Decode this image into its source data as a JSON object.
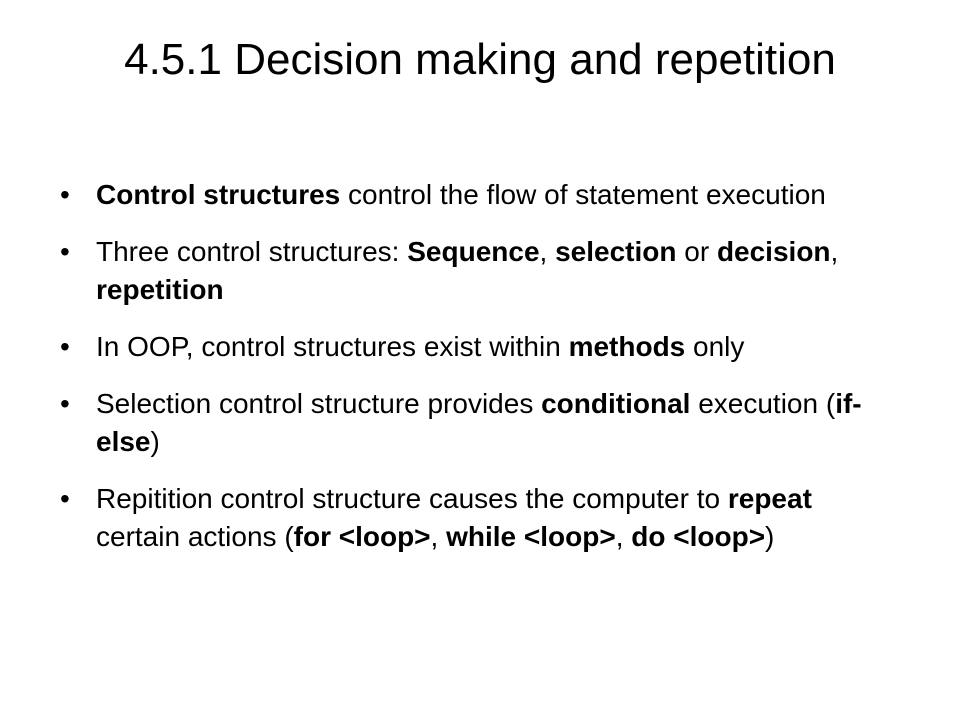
{
  "slide": {
    "title": "4.5.1 Decision making and repetition",
    "bullet_marker": "•",
    "bullets": [
      {
        "segments": [
          {
            "text": "Control structures",
            "bold": true
          },
          {
            "text": " control the flow of statement execution",
            "bold": false
          }
        ]
      },
      {
        "segments": [
          {
            "text": "Three control structures: ",
            "bold": false
          },
          {
            "text": "Sequence",
            "bold": true
          },
          {
            "text": ", ",
            "bold": false
          },
          {
            "text": "selection",
            "bold": true
          },
          {
            "text": " or ",
            "bold": false
          },
          {
            "text": "decision",
            "bold": true
          },
          {
            "text": ", ",
            "bold": false
          },
          {
            "text": "repetition",
            "bold": true
          }
        ]
      },
      {
        "segments": [
          {
            "text": "In OOP, control structures exist within ",
            "bold": false
          },
          {
            "text": "methods",
            "bold": true
          },
          {
            "text": " only",
            "bold": false
          }
        ]
      },
      {
        "segments": [
          {
            "text": "Selection control structure provides ",
            "bold": false
          },
          {
            "text": "conditional",
            "bold": true
          },
          {
            "text": " execution (",
            "bold": false
          },
          {
            "text": "if-else",
            "bold": true
          },
          {
            "text": ")",
            "bold": false
          }
        ]
      },
      {
        "segments": [
          {
            "text": "Repitition control structure causes the computer to ",
            "bold": false
          },
          {
            "text": "repeat",
            "bold": true
          },
          {
            "text": " certain actions (",
            "bold": false
          },
          {
            "text": "for <loop>",
            "bold": true
          },
          {
            "text": ", ",
            "bold": false
          },
          {
            "text": "while <loop>",
            "bold": true
          },
          {
            "text": ", ",
            "bold": false
          },
          {
            "text": "do <loop>",
            "bold": true
          },
          {
            "text": ")",
            "bold": false
          }
        ]
      }
    ]
  }
}
